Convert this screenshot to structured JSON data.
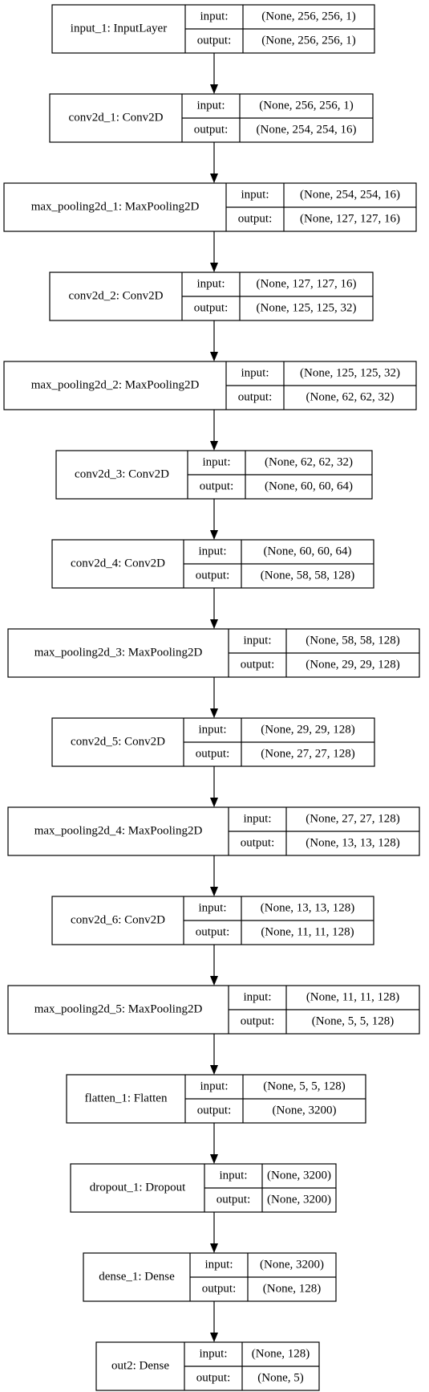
{
  "labels": {
    "input": "input:",
    "output": "output:"
  },
  "layers": [
    {
      "name": "input_1: InputLayer",
      "input": "(None, 256, 256, 1)",
      "output": "(None, 256, 256, 1)"
    },
    {
      "name": "conv2d_1: Conv2D",
      "input": "(None, 256, 256, 1)",
      "output": "(None, 254, 254, 16)"
    },
    {
      "name": "max_pooling2d_1: MaxPooling2D",
      "input": "(None, 254, 254, 16)",
      "output": "(None, 127, 127, 16)"
    },
    {
      "name": "conv2d_2: Conv2D",
      "input": "(None, 127, 127, 16)",
      "output": "(None, 125, 125, 32)"
    },
    {
      "name": "max_pooling2d_2: MaxPooling2D",
      "input": "(None, 125, 125, 32)",
      "output": "(None, 62, 62, 32)"
    },
    {
      "name": "conv2d_3: Conv2D",
      "input": "(None, 62, 62, 32)",
      "output": "(None, 60, 60, 64)"
    },
    {
      "name": "conv2d_4: Conv2D",
      "input": "(None, 60, 60, 64)",
      "output": "(None, 58, 58, 128)"
    },
    {
      "name": "max_pooling2d_3: MaxPooling2D",
      "input": "(None, 58, 58, 128)",
      "output": "(None, 29, 29, 128)"
    },
    {
      "name": "conv2d_5: Conv2D",
      "input": "(None, 29, 29, 128)",
      "output": "(None, 27, 27, 128)"
    },
    {
      "name": "max_pooling2d_4: MaxPooling2D",
      "input": "(None, 27, 27, 128)",
      "output": "(None, 13, 13, 128)"
    },
    {
      "name": "conv2d_6: Conv2D",
      "input": "(None, 13, 13, 128)",
      "output": "(None, 11, 11, 128)"
    },
    {
      "name": "max_pooling2d_5: MaxPooling2D",
      "input": "(None, 11, 11, 128)",
      "output": "(None, 5, 5, 128)"
    },
    {
      "name": "flatten_1: Flatten",
      "input": "(None, 5, 5, 128)",
      "output": "(None, 3200)"
    },
    {
      "name": "dropout_1: Dropout",
      "input": "(None, 3200)",
      "output": "(None, 3200)"
    },
    {
      "name": "dense_1: Dense",
      "input": "(None, 3200)",
      "output": "(None, 128)"
    },
    {
      "name": "out2: Dense",
      "input": "(None, 128)",
      "output": "(None, 5)"
    }
  ]
}
